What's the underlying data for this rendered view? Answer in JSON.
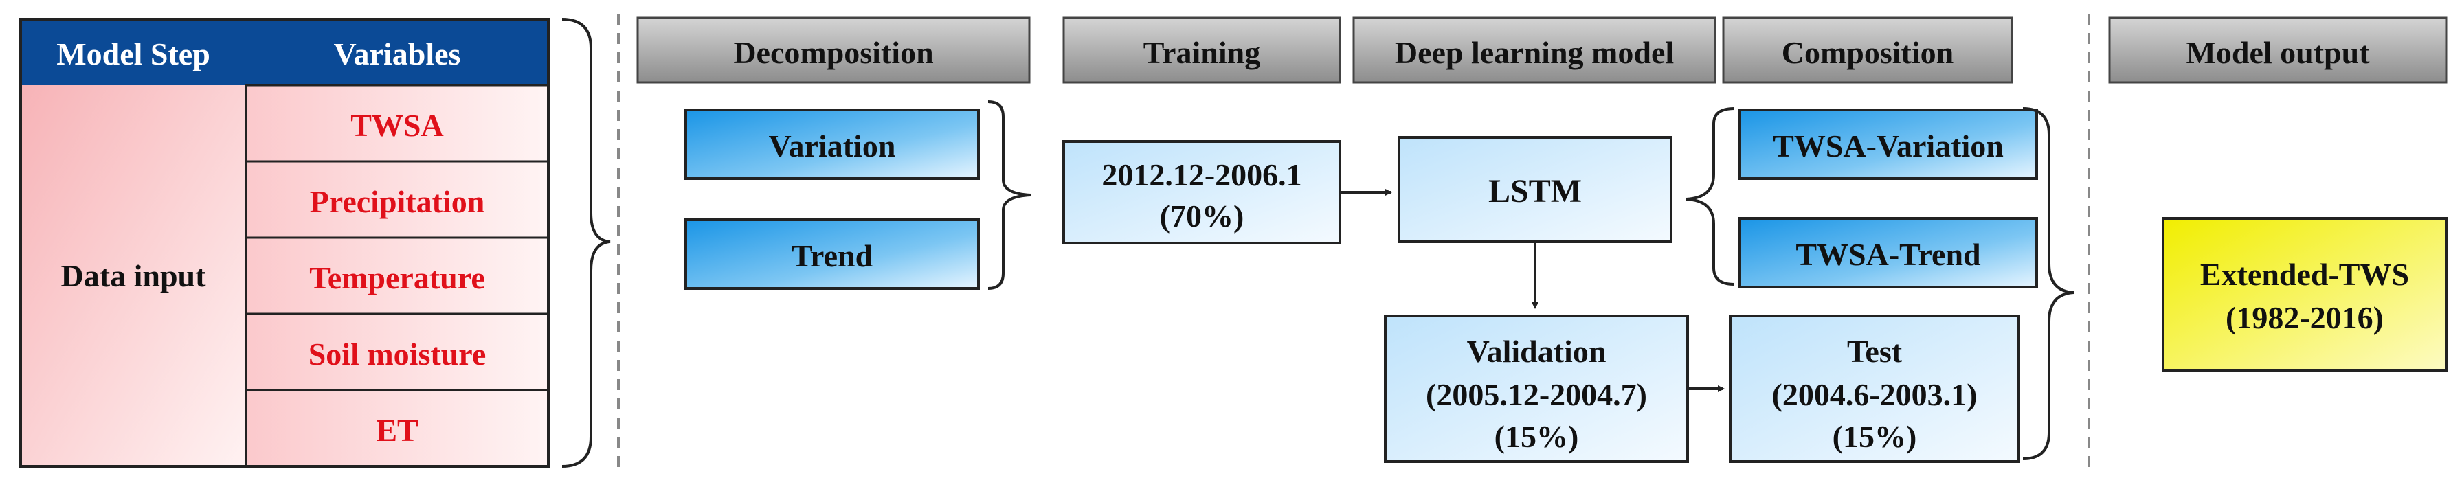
{
  "input_table": {
    "header_step": "Model Step",
    "header_variables": "Variables",
    "step_label": "Data input",
    "variables": [
      "TWSA",
      "Precipitation",
      "Temperature",
      "Soil moisture",
      "ET"
    ]
  },
  "stage_headers": {
    "decomposition": "Decomposition",
    "training": "Training",
    "deep_learning": "Deep learning model",
    "composition": "Composition",
    "output": "Model output"
  },
  "decomposition": {
    "variation": "Variation",
    "trend": "Trend"
  },
  "training_box": {
    "period": "2012.12-2006.1",
    "share": "(70%)"
  },
  "model": {
    "name": "LSTM"
  },
  "validation_box": {
    "title": "Validation",
    "period": "(2005.12-2004.7)",
    "share": "(15%)"
  },
  "test_box": {
    "title": "Test",
    "period": "(2004.6-2003.1)",
    "share": "(15%)"
  },
  "composition": {
    "variation": "TWSA-Variation",
    "trend": "TWSA-Trend"
  },
  "output_box": {
    "title": "Extended-TWS",
    "period": "(1982-2016)"
  },
  "colors": {
    "table_header": "#0b4a96",
    "variable_text": "#e0101a",
    "outline": "#222222",
    "output_fill": "#f4f000"
  }
}
